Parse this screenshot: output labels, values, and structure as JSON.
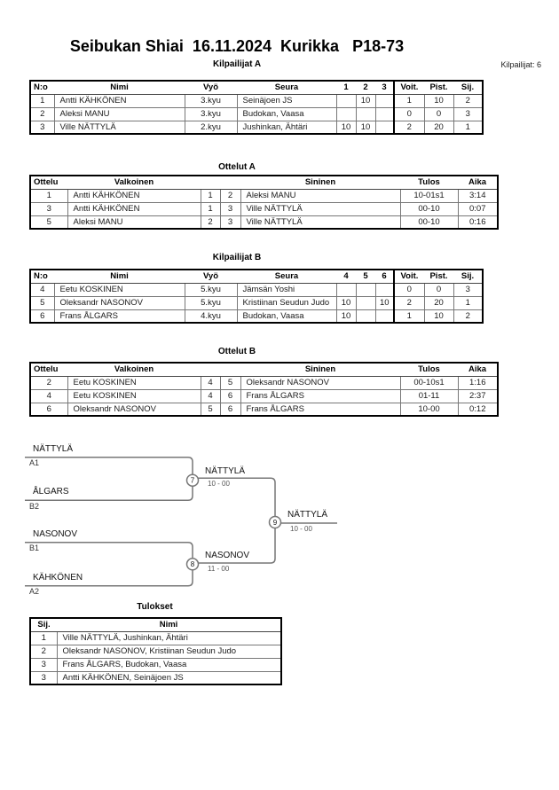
{
  "title": "Seibukan Shiai  16.11.2024  Kurikka   P18-73",
  "meta": {
    "kilpailijat_label": "Kilpailijat: 6"
  },
  "tables": {
    "kilpailijat_a": {
      "heading": "Kilpailijat A",
      "headers": [
        "N:o",
        "Nimi",
        "Vyö",
        "Seura",
        "1",
        "2",
        "3",
        "Voit.",
        "Pist.",
        "Sij."
      ],
      "rows": [
        [
          "1",
          "Antti KÄHKÖNEN",
          "3.kyu",
          "Seinäjoen JS",
          "",
          "10",
          "",
          "1",
          "10",
          "2"
        ],
        [
          "2",
          "Aleksi MANU",
          "3.kyu",
          "Budokan, Vaasa",
          "",
          "",
          "",
          "0",
          "0",
          "3"
        ],
        [
          "3",
          "Ville NÄTTYLÄ",
          "2.kyu",
          "Jushinkan, Ähtäri",
          "10",
          "10",
          "",
          "2",
          "20",
          "1"
        ]
      ]
    },
    "ottelut_a": {
      "heading": "Ottelut A",
      "headers": [
        "Ottelu",
        "Valkoinen",
        "",
        "",
        "Sininen",
        "Tulos",
        "Aika"
      ],
      "rows": [
        [
          "1",
          "Antti KÄHKÖNEN",
          "1",
          "2",
          "Aleksi MANU",
          "10-01s1",
          "3:14"
        ],
        [
          "3",
          "Antti KÄHKÖNEN",
          "1",
          "3",
          "Ville NÄTTYLÄ",
          "00-10",
          "0:07"
        ],
        [
          "5",
          "Aleksi MANU",
          "2",
          "3",
          "Ville NÄTTYLÄ",
          "00-10",
          "0:16"
        ]
      ]
    },
    "kilpailijat_b": {
      "heading": "Kilpailijat B",
      "headers": [
        "N:o",
        "Nimi",
        "Vyö",
        "Seura",
        "4",
        "5",
        "6",
        "Voit.",
        "Pist.",
        "Sij."
      ],
      "rows": [
        [
          "4",
          "Eetu KOSKINEN",
          "5.kyu",
          "Jämsän Yoshi",
          "",
          "",
          "",
          "0",
          "0",
          "3"
        ],
        [
          "5",
          "Oleksandr NASONOV",
          "5.kyu",
          "Kristiinan Seudun Judo",
          "10",
          "",
          "10",
          "2",
          "20",
          "1"
        ],
        [
          "6",
          "Frans ÅLGARS",
          "4.kyu",
          "Budokan, Vaasa",
          "10",
          "",
          "",
          "1",
          "10",
          "2"
        ]
      ]
    },
    "ottelut_b": {
      "heading": "Ottelut B",
      "headers": [
        "Ottelu",
        "Valkoinen",
        "",
        "",
        "Sininen",
        "Tulos",
        "Aika"
      ],
      "rows": [
        [
          "2",
          "Eetu KOSKINEN",
          "4",
          "5",
          "Oleksandr NASONOV",
          "00-10s1",
          "1:16"
        ],
        [
          "4",
          "Eetu KOSKINEN",
          "4",
          "6",
          "Frans ÅLGARS",
          "01-11",
          "2:37"
        ],
        [
          "6",
          "Oleksandr NASONOV",
          "5",
          "6",
          "Frans ÅLGARS",
          "10-00",
          "0:12"
        ]
      ]
    },
    "tulokset": {
      "heading": "Tulokset",
      "headers": [
        "Sij.",
        "Nimi"
      ],
      "rows": [
        [
          "1",
          "Ville NÄTTYLÄ, Jushinkan, Ähtäri"
        ],
        [
          "2",
          "Oleksandr NASONOV, Kristiinan Seudun Judo"
        ],
        [
          "3",
          "Frans ÅLGARS, Budokan, Vaasa"
        ],
        [
          "3",
          "Antti KÄHKÖNEN, Seinäjoen JS"
        ]
      ]
    }
  },
  "bracket": {
    "semifinal_1": {
      "top_name": "NÄTTYLÄ",
      "top_seed": "A1",
      "bottom_name": "ÅLGARS",
      "bottom_seed": "B2",
      "match_no": "7",
      "winner": "NÄTTYLÄ",
      "score": "10 - 00"
    },
    "semifinal_2": {
      "top_name": "NASONOV",
      "top_seed": "B1",
      "bottom_name": "KÄHKÖNEN",
      "bottom_seed": "A2",
      "match_no": "8",
      "winner": "NASONOV",
      "score": "11 - 00"
    },
    "final": {
      "match_no": "9",
      "winner": "NÄTTYLÄ",
      "score": "10 - 00"
    }
  }
}
